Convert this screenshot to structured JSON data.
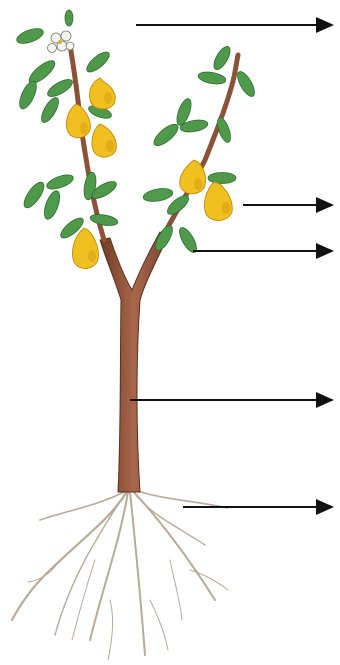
{
  "diagram": {
    "subject": "pear-tree",
    "background": "#ffffff",
    "colors": {
      "trunk": "#9a5a3a",
      "trunk_dark": "#6e3c24",
      "leaf": "#4f9a4a",
      "leaf_dark": "#2f6b33",
      "fruit": "#f0c020",
      "fruit_shade": "#d89a14",
      "root": "#b8aa98",
      "arrow": "#111111",
      "flower": "#f4f4ec"
    },
    "pointers": [
      {
        "part": "flower"
      },
      {
        "part": "fruit"
      },
      {
        "part": "leaf"
      },
      {
        "part": "stem"
      },
      {
        "part": "roots"
      }
    ]
  }
}
